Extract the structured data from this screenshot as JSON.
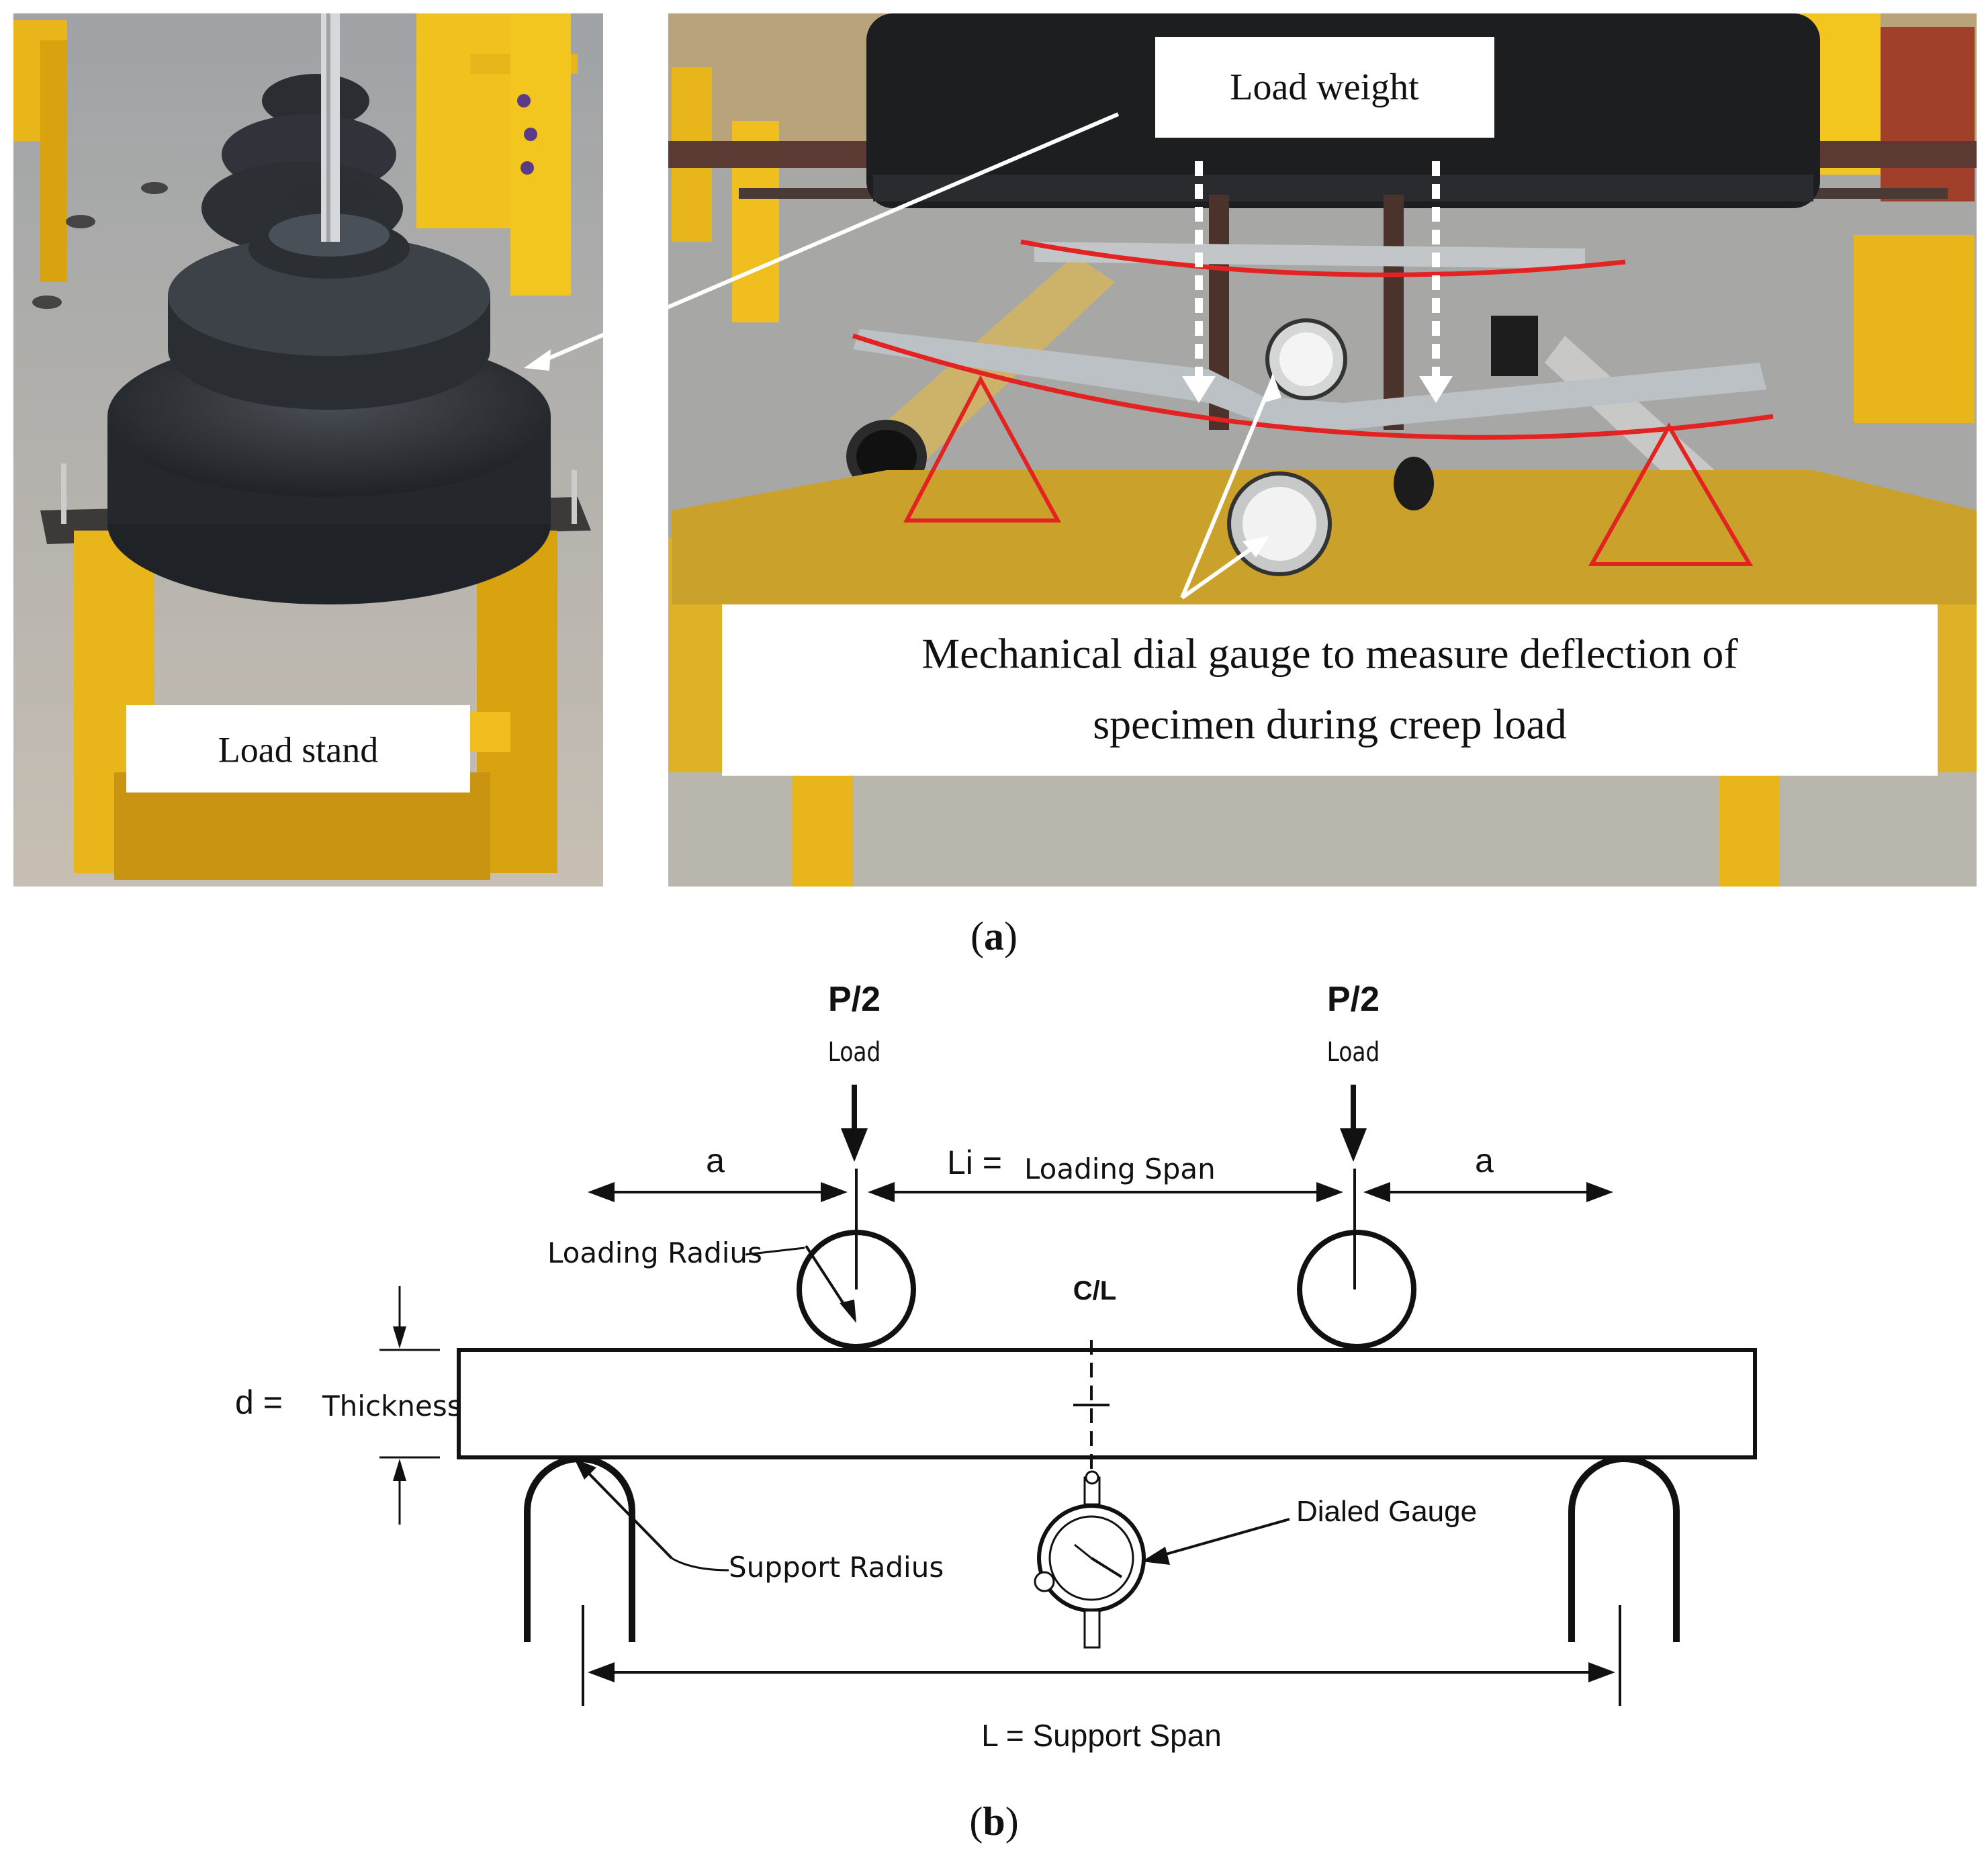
{
  "panel_a": {
    "left_photo": {
      "label": "Load stand"
    },
    "right_photo": {
      "label_weight": "Load weight",
      "label_gauge_line1": "Mechanical dial gauge to measure deflection of",
      "label_gauge_line2": "specimen during creep load"
    },
    "caption": "a"
  },
  "panel_b": {
    "load_left_top": "P/2",
    "load_left_sub": "Load",
    "load_right_top": "P/2",
    "load_right_sub": "Load",
    "dim_a_left": "a",
    "dim_a_right": "a",
    "span_prefix": "Li =",
    "span_label": "Loading Span",
    "loading_radius": "Loading Radius",
    "centerline": "C/L",
    "thickness_prefix": "d =",
    "thickness_label": "Thickness",
    "dial_label": "Dialed Gauge",
    "support_radius": "Support Radius",
    "support_span": "L = Support Span",
    "caption": "b"
  },
  "colors": {
    "photo_yellow": "#e8b51a",
    "photo_floor": "#b9b0a3",
    "markup_red": "#e32222",
    "ink": "#111111"
  }
}
